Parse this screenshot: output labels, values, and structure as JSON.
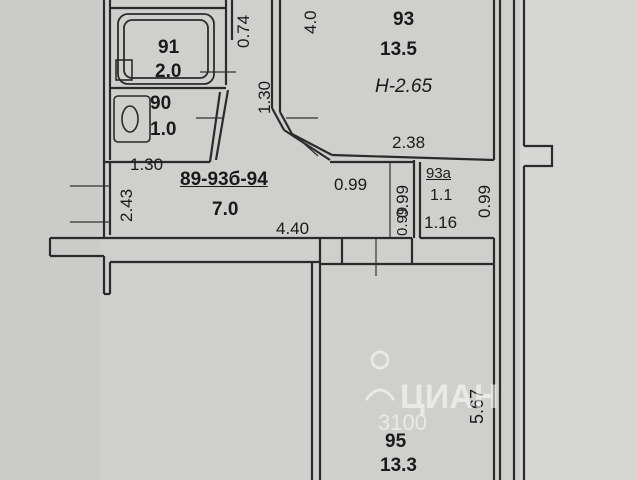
{
  "rooms": {
    "r93": {
      "number": "93",
      "area": "13.5",
      "height": "H-2.65"
    },
    "r91": {
      "number": "91",
      "area": "2.0"
    },
    "r90": {
      "number": "90",
      "area": "1.0"
    },
    "r89": {
      "number": "89-93б-94",
      "area": "7.0"
    },
    "r93a": {
      "number": "93а",
      "area": "1.1"
    },
    "r95": {
      "number": "95",
      "area": "13.3"
    }
  },
  "dimensions": {
    "d074": "0.74",
    "d40": "4.0",
    "d130_top": "1.30",
    "d238": "2.38",
    "d130_left": "1.30",
    "d243": "2.43",
    "d099_a": "0.99",
    "d099_b": "0.99",
    "d099_c": "0.99",
    "d099_d": "0.99",
    "d116": "1.16",
    "d440": "4.40",
    "d567": "5.67"
  },
  "watermark": {
    "brand": "ЦИАН",
    "code": "3100"
  }
}
